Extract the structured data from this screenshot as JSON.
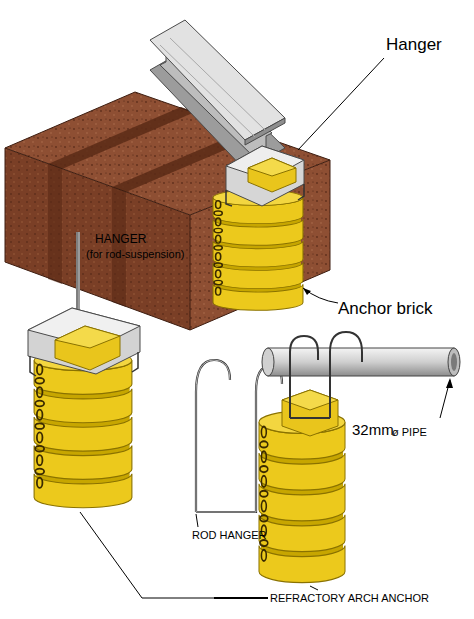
{
  "diagram": {
    "labels": [
      "Hanger",
      "Anchor brick",
      "HANGER",
      "(for rod-suspension)",
      "ROD HANGER",
      "32mm",
      "ø PIPE",
      "REFRACTORY ARCH ANCHOR"
    ]
  }
}
